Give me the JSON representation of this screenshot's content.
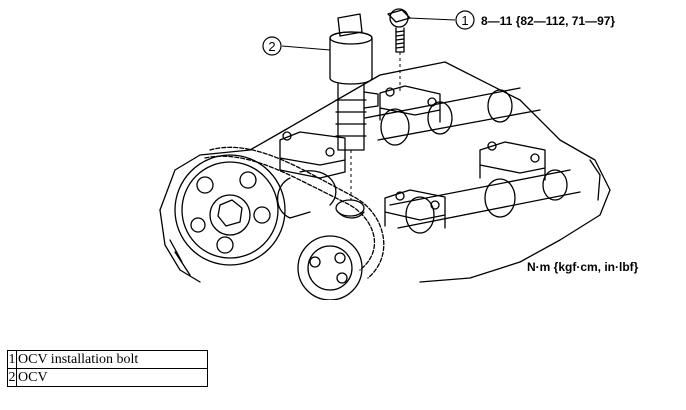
{
  "diagram": {
    "callouts": [
      {
        "number": "1",
        "text": "8—11 {82—112, 71—97}"
      },
      {
        "number": "2",
        "text": ""
      }
    ],
    "unit_label": "N·m {kgf·cm, in·lbf}"
  },
  "legend": {
    "rows": [
      {
        "number": "1",
        "description": "OCV installation bolt"
      },
      {
        "number": "2",
        "description": "OCV"
      }
    ]
  }
}
